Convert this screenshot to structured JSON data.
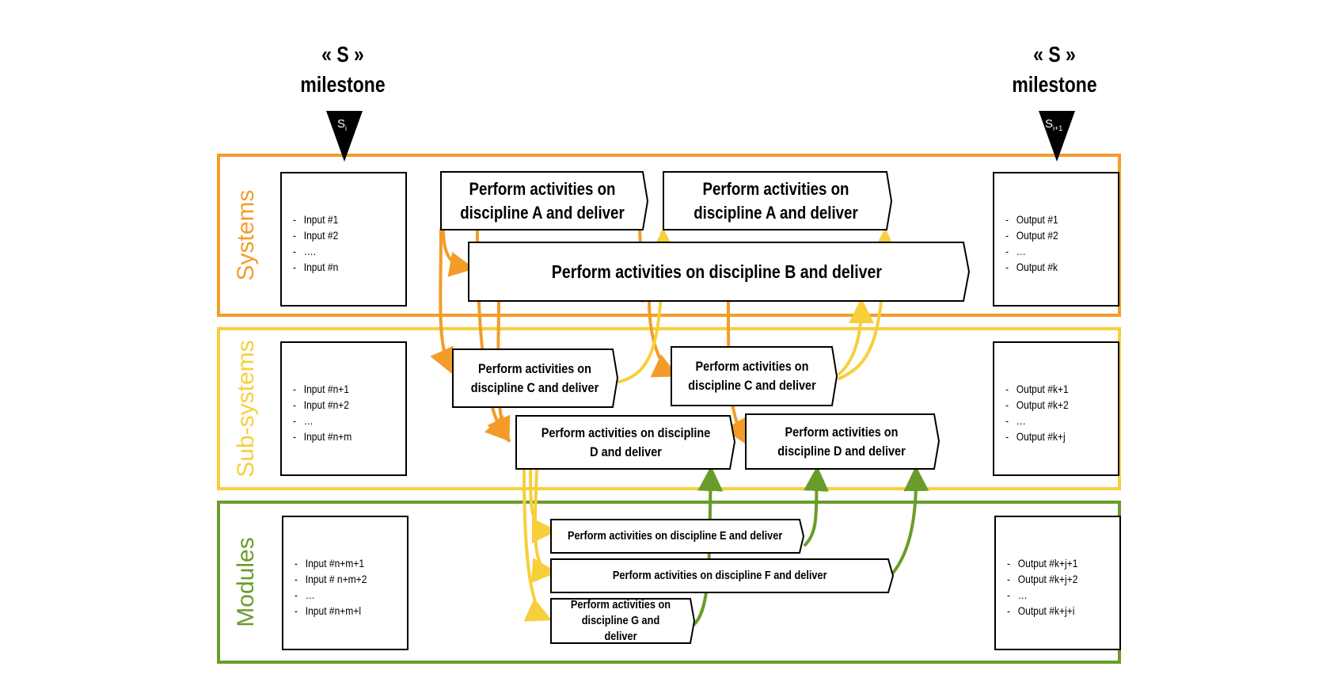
{
  "milestones": {
    "left": {
      "title_line1": "« S »",
      "title_line2": "milestone",
      "marker": "S",
      "marker_sub": "i"
    },
    "right": {
      "title_line1": "« S »",
      "title_line2": "milestone",
      "marker": "S",
      "marker_sub": "i+1"
    }
  },
  "bands": [
    {
      "label": "Systems",
      "color": "#f39c2a",
      "inputs": [
        "Input #1",
        "Input #2",
        "….",
        "Input #n"
      ],
      "outputs": [
        "Output #1",
        "Output #2",
        "…",
        "Output #k"
      ]
    },
    {
      "label": "Sub-systems",
      "color": "#f7cf3c",
      "inputs": [
        "Input #n+1",
        "Input #n+2",
        "…",
        "Input #n+m"
      ],
      "outputs": [
        "Output #k+1",
        "Output #k+2",
        "…",
        "Output #k+j"
      ]
    },
    {
      "label": "Modules",
      "color": "#6a9c2a",
      "inputs": [
        "Input #n+m+1",
        "Input # n+m+2",
        "…",
        "Input #n+m+l"
      ],
      "outputs": [
        "Output #k+j+1",
        "Output #k+j+2",
        "…",
        "Output #k+j+i"
      ]
    }
  ],
  "activities": {
    "sys_a1": "Perform activities on discipline A and deliver",
    "sys_a2": "Perform activities on discipline A and deliver",
    "sys_b": "Perform activities on discipline B and deliver",
    "sub_c1": "Perform activities on discipline C and deliver",
    "sub_c2": "Perform activities on discipline C and deliver",
    "sub_d1": "Perform activities on discipline D and deliver",
    "sub_d2": "Perform activities on discipline D and deliver",
    "mod_e": "Perform activities on discipline E and deliver",
    "mod_f": "Perform activities on discipline F and deliver",
    "mod_g": "Perform activities on discipline G and deliver"
  }
}
